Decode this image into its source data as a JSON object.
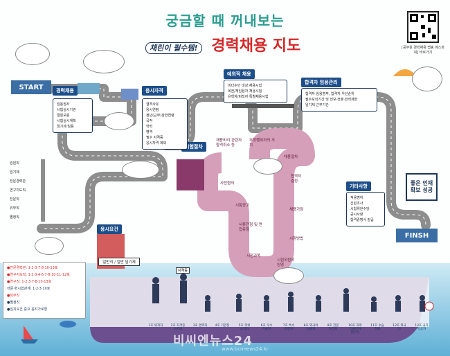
{
  "title": {
    "line1": "궁금할 때 꺼내보는",
    "must_have": "채린이 필수템!",
    "line2": "경력채용 지도"
  },
  "qr_caption": "[공무원 경력채용 맵핑 에스파워] 바로가기",
  "road": {
    "start": "START",
    "finish": "FINSH"
  },
  "stations": {
    "career": "경력채용",
    "qualification": "응시자격",
    "exception": "예외적 채용",
    "exam_procedure": "시험절차",
    "appointment": "합격자 임용관리",
    "others": "기타사항",
    "requirements": "응시요건"
  },
  "panels": {
    "career_items": [
      "임용권자",
      "시험실시기관",
      "결원보충",
      "시험실시계획",
      "임기제 임용"
    ],
    "qualification_items": [
      "결격사유",
      "응시연령",
      "정년(근무)상한연령",
      "국적",
      "학력",
      "병역",
      "필수 자격증",
      "응시자격 제외"
    ],
    "exception_items": [
      "비다수인 대상 채용시험",
      "복권/재임용자 채용시험",
      "유학자/퇴직자 특별채용시험"
    ],
    "appointment_items": [
      "합격자 임용명부, 합격자 우선순위",
      "필수보직기간 및 전보·전출·전직제한",
      "임기제 근무기간"
    ],
    "others_items": [
      "적용범위",
      "신원조사",
      "시험위원수당",
      "공시사항",
      "합격증명서 발급"
    ]
  },
  "left_road_labels": [
    "임원직",
    "임기제",
    "전문경력관",
    "연구지도직",
    "전문직",
    "위무직",
    "별정직"
  ],
  "snake_labels": {
    "s1": "채용비리 관련자 합격취소 등",
    "s2": "부정행위자의 조치",
    "s3": "채용절차",
    "s4": "사전협의",
    "s5": "합격자 결정",
    "s6": "시험공고",
    "s7": "채용가점",
    "s8": "서류전형 및 면접유형",
    "s9": "시험방법",
    "s10": "시험과목",
    "s11": "시험위원의 임명"
  },
  "requirements_sign": "일반직 / 일반 임기제",
  "best_talent": "좋은 인재 확보 성공",
  "bottom_box": [
    "●전문경력관: 1·2·3·7·8·10·13호",
    "●연구지도직: 1·2·3·4·6·7·8·10·11·12호",
    "●연구직: 1·2·3·7·8·10·13호",
    "전문·현시험관계: 1·2·3·10호",
    "●외무직",
    "●별정직",
    "●심지요건 중요 응지가로형"
  ],
  "ship_labels": [
    "1호 퇴직자",
    "2호 자격증 소지자",
    "3호 경력자",
    "4호 기관장",
    "5호 학위 소지자",
    "6호 우수 기술자",
    "7호 특수 경력자",
    "8호 외국어 능통자",
    "9호 전문 자격자",
    "10호 과학기술분야 연구자",
    "11호 수습직원",
    "12호 외국인",
    "13호 국가 유공자"
  ],
  "certificate_label": "자격증",
  "watermark": "비씨엔뉴스24",
  "watermark_url": "www.bcnnews24.kr",
  "colors": {
    "road": "#8b8b8b",
    "snake": "#d8a0b8",
    "sea": "#8ec9e3",
    "ship": "#6b4f8f",
    "title_teal": "#2a9d8f",
    "title_red": "#d62828",
    "navy": "#1d3557"
  }
}
